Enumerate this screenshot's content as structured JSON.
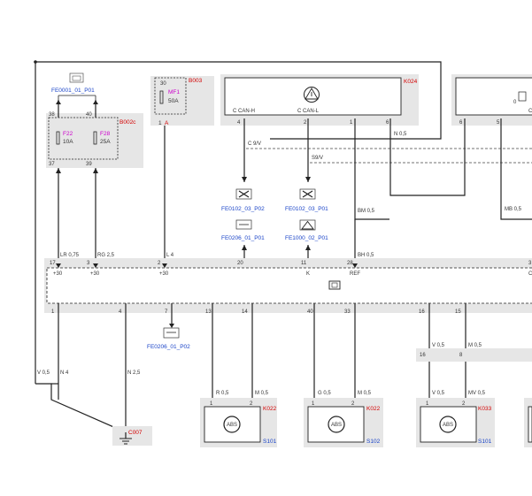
{
  "components": {
    "fe0001": {
      "ref": "FE0001_01_P01"
    },
    "b003": {
      "ref": "B003",
      "pin_top": "30",
      "fuse": "MF1",
      "rating": "50A",
      "pin_bottom": "1",
      "pin_bottom_letter": "A"
    },
    "b002c": {
      "ref": "B002c",
      "pin_a_top": "38",
      "pin_b_top": "40",
      "fuse_a": "F22",
      "rating_a": "10A",
      "fuse_b": "F28",
      "rating_b": "25A",
      "pin_a_bottom": "37",
      "pin_b_bottom": "39"
    },
    "k024": {
      "ref": "K024",
      "pins": [
        "4",
        "2",
        "1",
        "6"
      ],
      "pin_labels": [
        "C CAN-H",
        "C CAN-L"
      ]
    },
    "right_module": {
      "pins": [
        "6",
        "5"
      ],
      "pin_label_0": "0",
      "pin_label_c": "C"
    },
    "control_unit": {
      "top_pins": [
        "17",
        "3",
        "2",
        "20",
        "11",
        "28",
        "3"
      ],
      "top_labels": [
        "+30",
        "+30",
        "+30",
        "K",
        "REF",
        "C"
      ],
      "bottom_pins": [
        "1",
        "4",
        "7",
        "13",
        "14",
        "40",
        "33",
        "16",
        "15"
      ]
    },
    "ground": {
      "ref": "C007"
    },
    "connector_row": {
      "pins": [
        "16",
        "8"
      ]
    },
    "sensors": [
      {
        "ref": "K022",
        "link": "S101",
        "pins": [
          "1",
          "2"
        ],
        "wires": [
          "R 0,5",
          "M 0,5"
        ],
        "label": "ABS"
      },
      {
        "ref": "K022",
        "link": "S102",
        "pins": [
          "1",
          "2"
        ],
        "wires": [
          "G 0,5",
          "M 0,5"
        ],
        "label": "ABS"
      },
      {
        "ref": "K033",
        "link": "S101",
        "pins": [
          "1",
          "2"
        ],
        "wires": [
          "V 0,5",
          "MV 0,5"
        ],
        "label": "ABS"
      }
    ]
  },
  "references": {
    "fe0102_a": "FE0102_03_P02",
    "fe0102_b": "FE0102_03_P01",
    "fe0206_a": "FE0206_01_P01",
    "fe1000": "FE1000_02_P01",
    "fe0206_b": "FE0206_01_P02"
  },
  "wires": {
    "lr": "LR 0,75",
    "rg": "RG 2,5",
    "l4": "L 4",
    "c9v": "C 9/V",
    "s9v": "S9/V",
    "n05": "N 0,5",
    "bm": "BM 0,5",
    "bh": "BH 0,5",
    "mb": "MB 0,5",
    "v05": "V 0,5",
    "n4": "N 4",
    "n25": "N 2,5",
    "v05r": "V 0,5",
    "m05r": "M 0,5"
  }
}
